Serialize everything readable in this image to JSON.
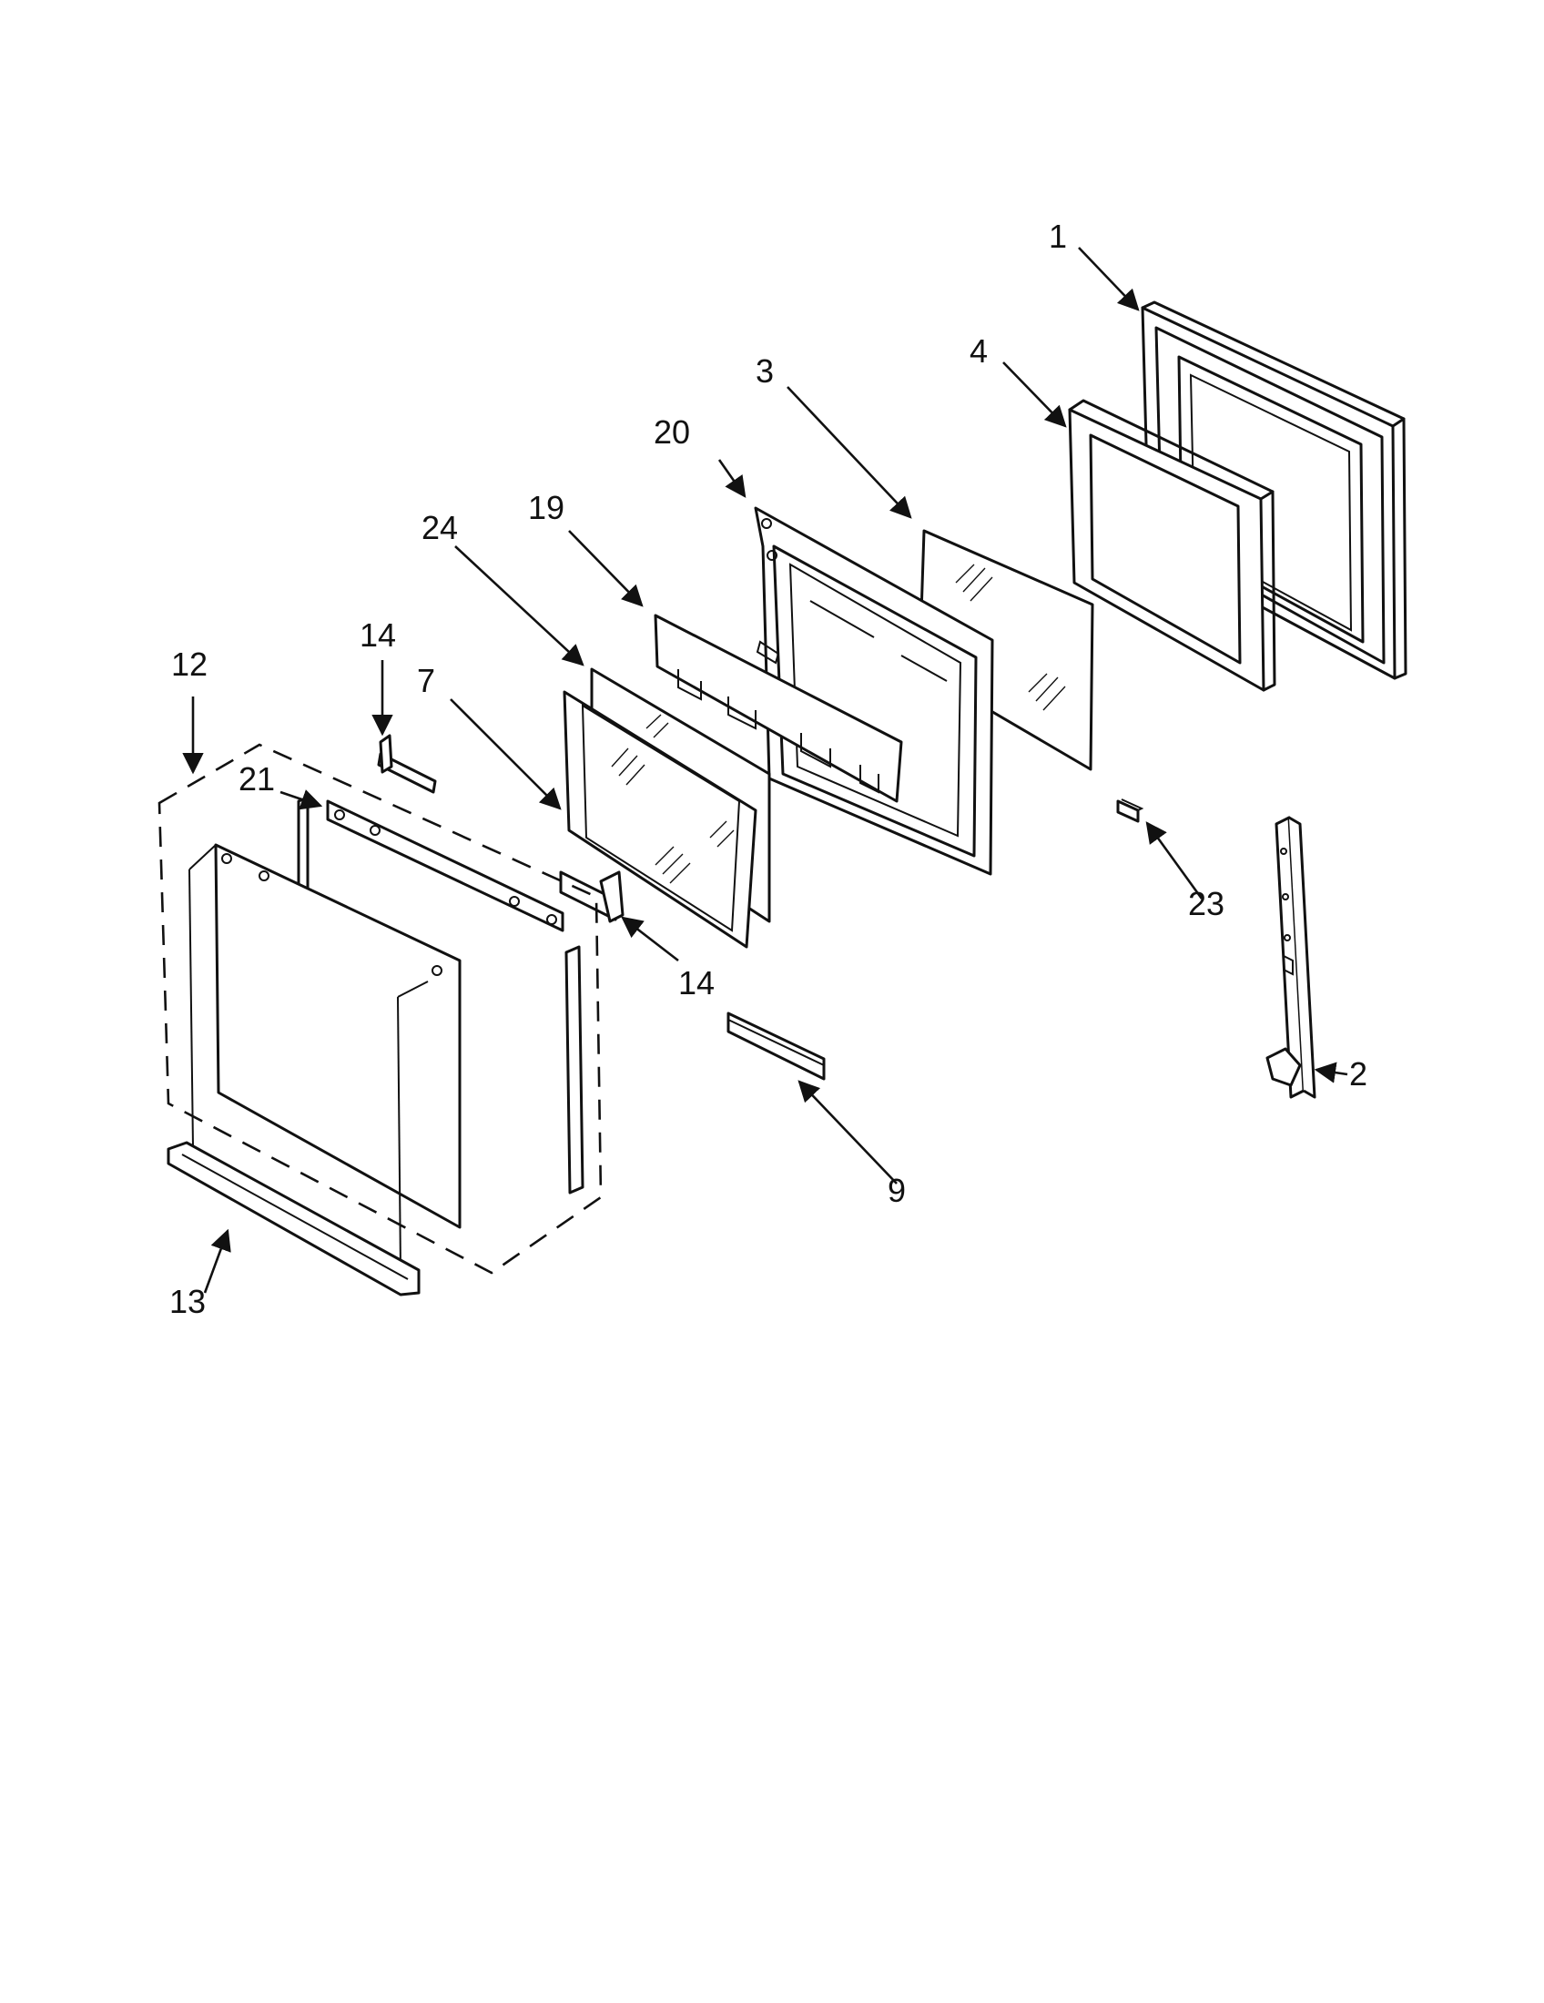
{
  "callouts": {
    "c1": "1",
    "c2": "2",
    "c3": "3",
    "c4": "4",
    "c7": "7",
    "c9": "9",
    "c12": "12",
    "c13": "13",
    "c14a": "14",
    "c14b": "14",
    "c19": "19",
    "c20": "20",
    "c21": "21",
    "c23": "23",
    "c24": "24"
  }
}
